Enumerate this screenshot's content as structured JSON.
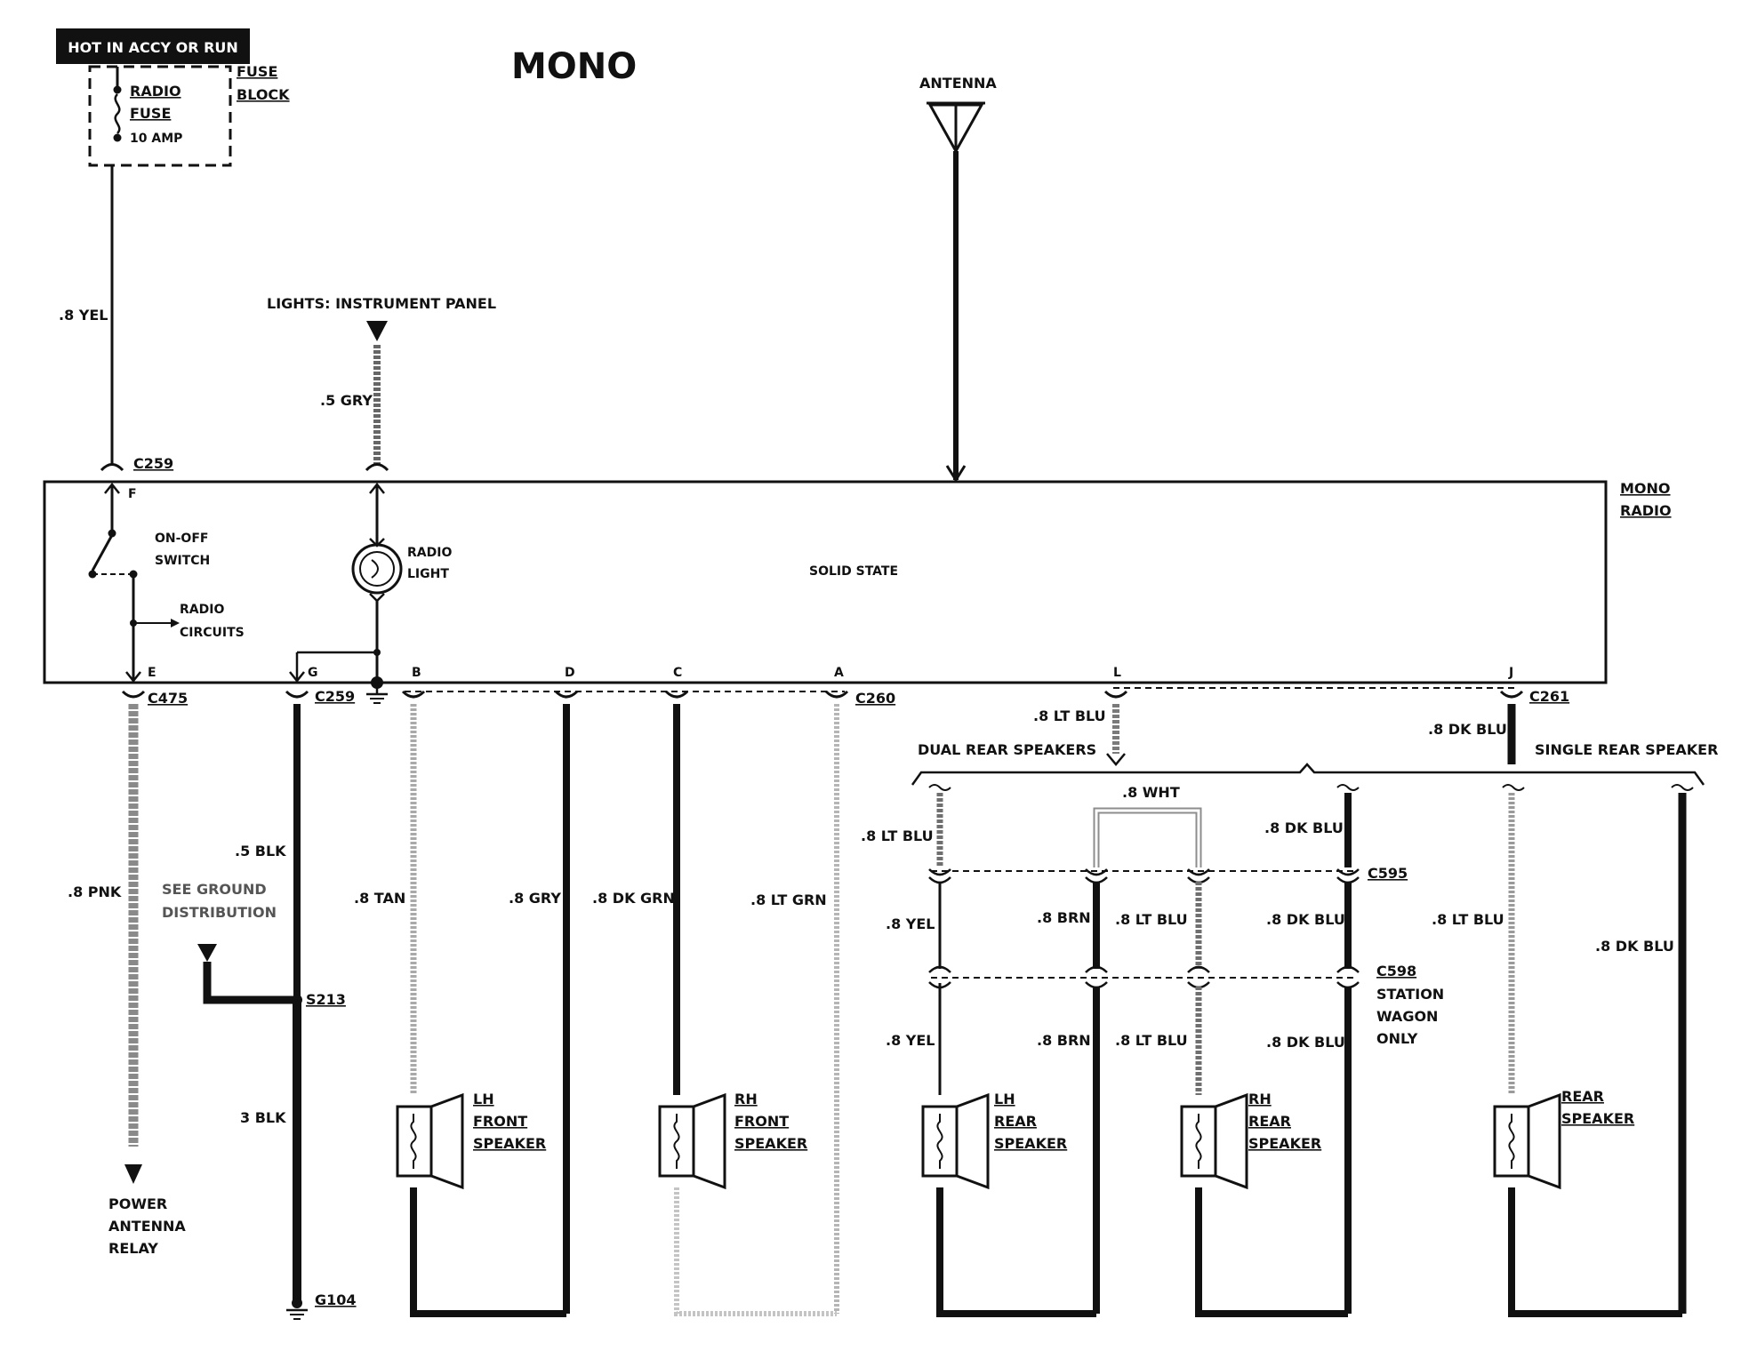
{
  "title": "MONO",
  "header_box": "HOT IN ACCY OR RUN",
  "fuse_block": {
    "line1": "FUSE",
    "line2": "BLOCK",
    "fuse_l1": "RADIO",
    "fuse_l2": "FUSE",
    "rating": "10 AMP"
  },
  "antenna": "ANTENNA",
  "lights": "LIGHTS: INSTRUMENT PANEL",
  "radio": {
    "name_l1": "MONO",
    "name_l2": "RADIO",
    "center": "SOLID STATE",
    "switch_l1": "ON-OFF",
    "switch_l2": "SWITCH",
    "circuits_l1": "RADIO",
    "circuits_l2": "CIRCUITS",
    "light_l1": "RADIO",
    "light_l2": "LIGHT"
  },
  "pins": {
    "F": "F",
    "E": "E",
    "G": "G",
    "B": "B",
    "D": "D",
    "C": "C",
    "A": "A",
    "L": "L",
    "J": "J"
  },
  "connectors": {
    "c259_top": "C259",
    "c475": "C475",
    "c259_bot": "C259",
    "c260": "C260",
    "c261": "C261",
    "c595": "C595",
    "c598": "C598",
    "s213": "S213",
    "g104": "G104"
  },
  "wires": {
    "yel_feed": ".8 YEL",
    "gry_lights": ".5 GRY",
    "pnk": ".8 PNK",
    "blk5": ".5 BLK",
    "blk3": "3 BLK",
    "tan": ".8 TAN",
    "gry": ".8 GRY",
    "dkgrn": ".8 DK GRN",
    "ltgrn": ".8 LT GRN",
    "ltblu_l": ".8 LT BLU",
    "dkblu_j": ".8 DK BLU",
    "wht": ".8 WHT",
    "ltblu_rear": ".8 LT BLU",
    "dkblu_rear": ".8 DK BLU",
    "yel_a": ".8 YEL",
    "yel_b": ".8 YEL",
    "brn_a": ".8 BRN",
    "brn_b": ".8 BRN",
    "ltblu_a": ".8 LT BLU",
    "ltblu_b": ".8 LT BLU",
    "dkblu_a": ".8 DK BLU",
    "dkblu_b": ".8 DK BLU",
    "ltblu_single": ".8 LT BLU",
    "dkblu_single": ".8 DK BLU"
  },
  "ground_ref": {
    "l1": "SEE GROUND",
    "l2": "DISTRIBUTION"
  },
  "power_antenna": {
    "l1": "POWER",
    "l2": "ANTENNA",
    "l3": "RELAY"
  },
  "groups": {
    "dual": "DUAL REAR SPEAKERS",
    "single": "SINGLE REAR SPEAKER"
  },
  "station_wagon": {
    "l1": "STATION",
    "l2": "WAGON",
    "l3": "ONLY"
  },
  "speakers": {
    "lh_front": {
      "l1": "LH",
      "l2": "FRONT",
      "l3": "SPEAKER"
    },
    "rh_front": {
      "l1": "RH",
      "l2": "FRONT",
      "l3": "SPEAKER"
    },
    "lh_rear": {
      "l1": "LH",
      "l2": "REAR",
      "l3": "SPEAKER"
    },
    "rh_rear": {
      "l1": "RH",
      "l2": "REAR",
      "l3": "SPEAKER"
    },
    "rear": {
      "l1": "REAR",
      "l2": "SPEAKER"
    }
  }
}
